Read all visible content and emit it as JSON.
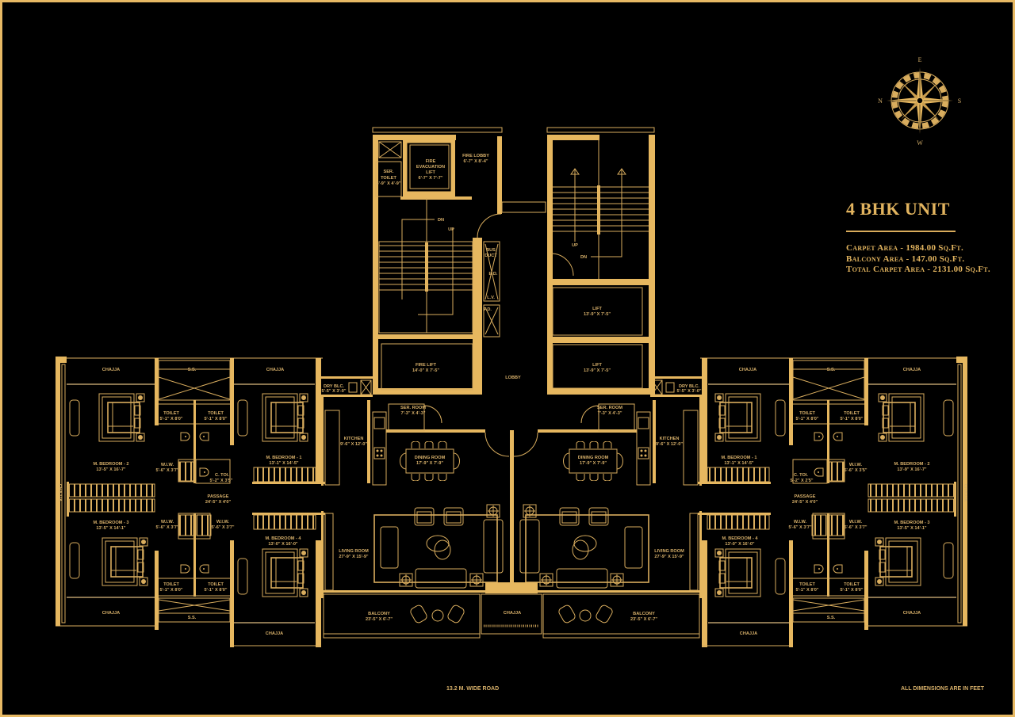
{
  "colors": {
    "background": "#000000",
    "gold": "#e6b75f",
    "line": "#d9ad5e"
  },
  "compass": {
    "top": "E",
    "left": "N",
    "right": "S",
    "bottom": "W"
  },
  "unit": {
    "title": "4 BHK UNIT",
    "carpet_area": "Carpet Area - 1984.00 Sq.Ft.",
    "balcony_area": "Balcony Area - 147.00 Sq.Ft.",
    "total_carpet_area": "Total Carpet Area - 2131.00 Sq.Ft."
  },
  "notes": {
    "road": "13.2 M. WIDE ROAD",
    "dimensions": "ALL DIMENSIONS ARE IN FEET"
  },
  "core": {
    "ser_toilet": {
      "name1": "SER.",
      "name2": "TOILET",
      "dims": "3'-9\" X 4'-9\""
    },
    "fire_evacuation_lift": {
      "name1": "FIRE",
      "name2": "EVACUATION",
      "name3": "LIFT",
      "dims": "6'-7\" X 7'-7\""
    },
    "fire_lobby": {
      "name": "FIRE LOBBY",
      "dims": "6'-7\" X 8'-4\""
    },
    "stair_left": {
      "dn": "DN",
      "up": "UP"
    },
    "stair_right": {
      "dn": "DN",
      "up": "UP"
    },
    "shafts": {
      "bus_duct1": "BUS",
      "bus_duct2": "DUCT",
      "ed": "E.D.",
      "lv": "L.V.",
      "fd": "F.D."
    },
    "fire_lift": {
      "name": "FIRE LIFT",
      "dims": "14'-0\" X 7'-5\""
    },
    "lift_1": {
      "name": "LIFT",
      "dims": "13'-9\" X 7'-5\""
    },
    "lift_2": {
      "name": "LIFT",
      "dims": "13'-9\" X 7'-5\""
    },
    "lobby": "LOBBY",
    "chajja_center": "CHAJJA"
  },
  "left": {
    "chajja_top_1": "CHAJJA",
    "ss_top": "S.S.",
    "chajja_top_2": "CHAJJA",
    "chajja_side": "CHAJJA",
    "toilet_1": {
      "name": "TOILET",
      "dims": "5'-1\" X 8'0\""
    },
    "toilet_2": {
      "name": "TOILET",
      "dims": "5'-1\" X 8'0\""
    },
    "m_bedroom_2": {
      "name": "M. BEDROOM - 2",
      "dims": "13'-5\" X 16'-7\""
    },
    "wiw_1": {
      "name": "W.I.W.",
      "dims": "5'-6\" X 3'7\""
    },
    "c_toi": {
      "name": "C. TOI.",
      "dims": "5'-2\" X 3'5\""
    },
    "m_bedroom_1": {
      "name": "M. BEDROOM - 1",
      "dims": "13'-1\" X 14'-5\""
    },
    "dry_balcony": {
      "name": "DRY BLC.",
      "dims": "5'-5\" X 3'-0\""
    },
    "kitchen": {
      "name": "KITCHEN",
      "dims": "9'-6\" X 12'-0\""
    },
    "ser_room": {
      "name": "SER. ROOM",
      "dims": "7'-3\" X 4'-3\""
    },
    "dining_room": {
      "name": "DINING ROOM",
      "dims": "17'-9\" X 7'-9\""
    },
    "passage": {
      "name": "PASSAGE",
      "dims": "24'-5\" X 4'0\""
    },
    "m_bedroom_3": {
      "name": "M. BEDROOM - 3",
      "dims": "13'-5\" X 14'-1\""
    },
    "wiw_2": {
      "name": "W.I.W.",
      "dims": "5'-6\" X 3'7\""
    },
    "wiw_3": {
      "name": "W.I.W.",
      "dims": "5'-6\" X 3'7\""
    },
    "m_bedroom_4": {
      "name": "M. BEDROOM - 4",
      "dims": "13'-0\" X 16'-0\""
    },
    "living_room": {
      "name": "LIVING ROOM",
      "dims": "27'-9\" X 15'-9\""
    },
    "toilet_3": {
      "name": "TOILET",
      "dims": "5'-1\" X 8'0\""
    },
    "toilet_4": {
      "name": "TOILET",
      "dims": "5'-1\" X 8'0\""
    },
    "chajja_bottom_1": "CHAJJA",
    "ss_bottom": "S.S.",
    "chajja_bottom_2": "CHAJJA",
    "balcony": {
      "name": "BALCONY",
      "dims": "23'-5\" X 6'-7\""
    }
  },
  "right": {
    "chajja_top_1": "CHAJJA",
    "ss_top": "S.S.",
    "chajja_top_2": "CHAJJA",
    "chajja_side": "CHAJJA",
    "toilet_1": {
      "name": "TOILET",
      "dims": "5'-1\" X 8'0\""
    },
    "toilet_2": {
      "name": "TOILET",
      "dims": "5'-1\" X 8'0\""
    },
    "m_bedroom_2": {
      "name": "M. BEDROOM - 2",
      "dims": "13'-9\" X 16'-7\""
    },
    "wiw_1": {
      "name": "W.I.W.",
      "dims": "5'-6\" X 3'5\""
    },
    "c_toi": {
      "name": "C. TOI.",
      "dims": "5'-2\" X 2'5\""
    },
    "m_bedroom_1": {
      "name": "M. BEDROOM - 1",
      "dims": "13'-1\" X 14'-5\""
    },
    "dry_balcony": {
      "name": "DRY BLC.",
      "dims": "5'-5\" X 3'-0\""
    },
    "kitchen": {
      "name": "KITCHEN",
      "dims": "9'-6\" X 12'-0\""
    },
    "ser_room": {
      "name": "SER. ROOM",
      "dims": "7'-3\" X 4'-3\""
    },
    "dining_room": {
      "name": "DINING ROOM",
      "dims": "17'-9\" X 7'-9\""
    },
    "passage": {
      "name": "PASSAGE",
      "dims": "24'-5\" X 4'0\""
    },
    "m_bedroom_3": {
      "name": "M. BEDROOM - 3",
      "dims": "13'-5\" X 14'-1\""
    },
    "wiw_2": {
      "name": "W.I.W.",
      "dims": "5'-6\" X 3'7\""
    },
    "wiw_3": {
      "name": "W.I.W.",
      "dims": "5'-6\" X 3'7\""
    },
    "m_bedroom_4": {
      "name": "M. BEDROOM - 4",
      "dims": "13'-0\" X 16'-0\""
    },
    "living_room": {
      "name": "LIVING ROOM",
      "dims": "27'-9\" X 15'-9\""
    },
    "toilet_3": {
      "name": "TOILET",
      "dims": "5'-1\" X 8'0\""
    },
    "toilet_4": {
      "name": "TOILET",
      "dims": "5'-1\" X 8'0\""
    },
    "chajja_bottom_1": "CHAJJA",
    "ss_bottom": "S.S.",
    "chajja_bottom_2": "CHAJJA",
    "balcony": {
      "name": "BALCONY",
      "dims": "23'-5\" X 6'-7\""
    }
  }
}
